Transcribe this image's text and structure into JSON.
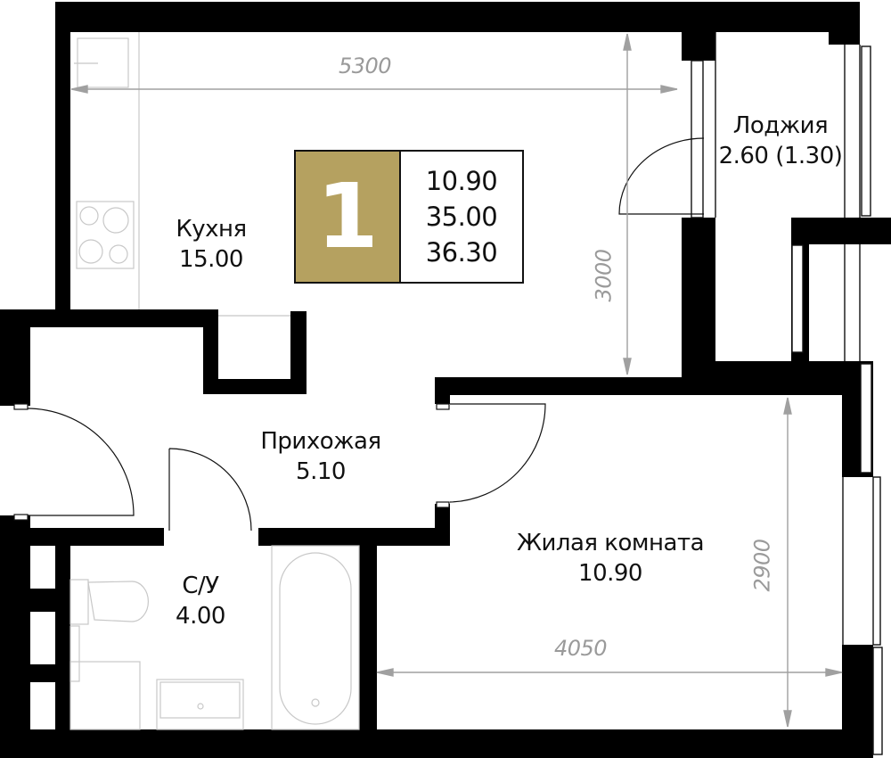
{
  "plan": {
    "room_count": "1",
    "summary_areas": {
      "living": "10.90",
      "total": "35.00",
      "total_with_loggia": "36.30"
    },
    "accent_color": "#b5a160",
    "rooms": [
      {
        "id": "kitchen",
        "name": "Кухня",
        "area": "15.00"
      },
      {
        "id": "loggia",
        "name": "Лоджия",
        "area": "2.60 (1.30)"
      },
      {
        "id": "hallway",
        "name": "Прихожая",
        "area": "5.10"
      },
      {
        "id": "bathroom",
        "name": "С/У",
        "area": "4.00"
      },
      {
        "id": "living-room",
        "name": "Жилая комната",
        "area": "10.90"
      }
    ],
    "dimensions": {
      "kitchen_width": "5300",
      "kitchen_depth": "3000",
      "living_width": "4050",
      "living_depth": "2900"
    }
  }
}
